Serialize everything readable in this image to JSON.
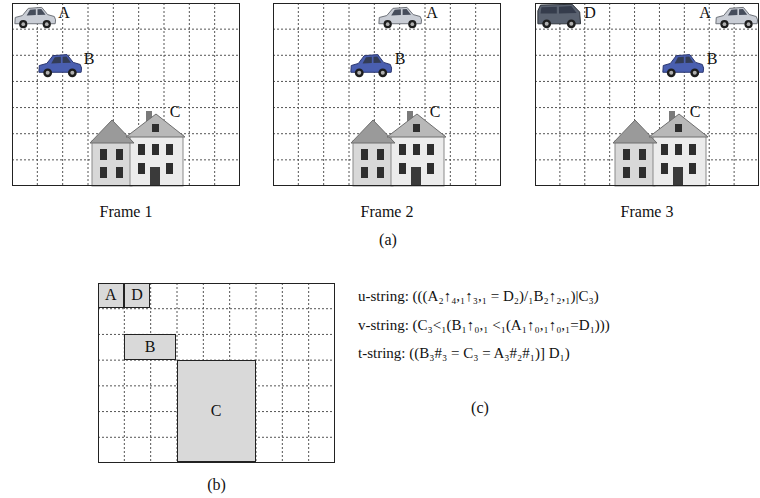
{
  "diagram": {
    "nodes": [
      {
        "text": [
          "Frame 1"
        ]
      },
      {
        "text": [
          "Frame 2"
        ]
      },
      {
        "text": [
          "Frame 3"
        ]
      },
      {
        "text": [
          "(b)"
        ]
      },
      {
        "text": [
          "A"
        ],
        "in": 3
      },
      {
        "text": [
          "D"
        ],
        "in": 3
      },
      {
        "text": [
          "B"
        ],
        "in": 3
      },
      {
        "text": [
          "C"
        ],
        "in": 3
      }
    ],
    "labels": [
      "A",
      "B",
      "C",
      "A",
      "B",
      "C",
      "D",
      "A",
      "B",
      "C",
      "(a)",
      "u-string: (((A₂↑₄,₁↑₃,₁ = D₂)/₁B₂↑₂,₁)|C₃)",
      "v-string: (C₃<₁(B₁↑₀,₁ <₁(A₁↑₀,₁↑₀,₁=D₁)))",
      "t-string: ((B₃#₃ = C₃ = A₃#₂#₁)] D₁)",
      "(c)"
    ]
  }
}
